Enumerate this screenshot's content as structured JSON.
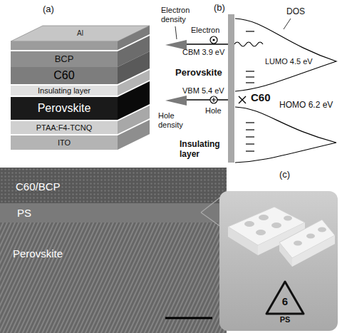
{
  "diagram": {
    "nodes": [
      {
        "text": [
          "Al"
        ]
      },
      {
        "text": [
          "BCP"
        ]
      },
      {
        "text": [
          "C60"
        ]
      },
      {
        "text": [
          "Insulating layer"
        ]
      },
      {
        "text": [
          "Perovskite"
        ]
      },
      {
        "text": [
          "PTAA:F4-TCNQ"
        ]
      },
      {
        "text": [
          "ITO"
        ]
      },
      {
        "text": [
          "C60/BCP",
          "PS",
          "Perovskite"
        ]
      },
      {
        "text": [
          "6",
          "PS"
        ]
      }
    ],
    "labels": [
      "(a)",
      "(b)",
      "Electron density",
      "Electron",
      "DOS",
      "CBM 3.9 eV",
      "LUMO 4.5 eV",
      "Perovskite",
      "C60",
      "VBM 5.4 eV",
      "Hole",
      "HOMO 6.2 eV",
      "Hole density",
      "Insulating layer",
      "(c)"
    ]
  }
}
